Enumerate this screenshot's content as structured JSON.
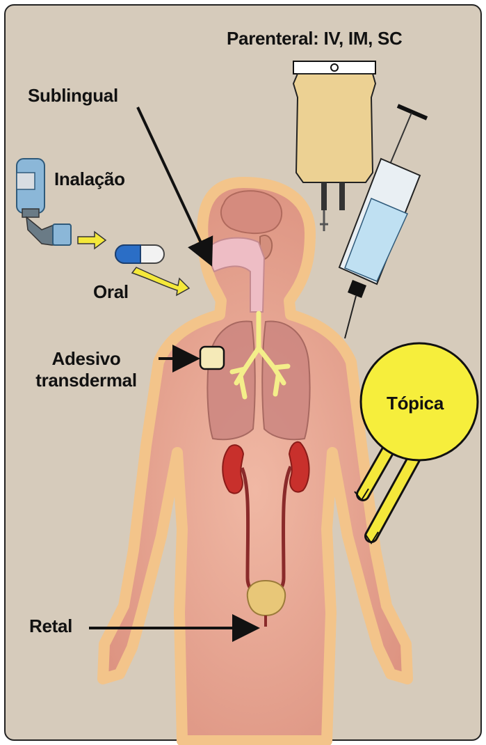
{
  "labels": {
    "parenteral": "Parenteral: IV, IM, SC",
    "sublingual": "Sublingual",
    "inhalation": "Inalação",
    "oral": "Oral",
    "transdermal_line1": "Adesivo",
    "transdermal_line2": "transdermal",
    "topical": "Tópica",
    "rectal": "Retal"
  },
  "icons": [
    "inhaler-icon",
    "capsule-icon",
    "iv-bag-icon",
    "syringe-icon",
    "transdermal-patch-icon"
  ],
  "colors": {
    "background": "#d6cbbb",
    "body": "#e2a08e",
    "body_glow": "#f3c48a",
    "topical_bubble": "#f6ee3c",
    "arrow_yellow": "#f4e83a",
    "kidney": "#c8302c",
    "iv_bag": "#ecd193",
    "syringe_fluid": "#bfe0f2"
  }
}
